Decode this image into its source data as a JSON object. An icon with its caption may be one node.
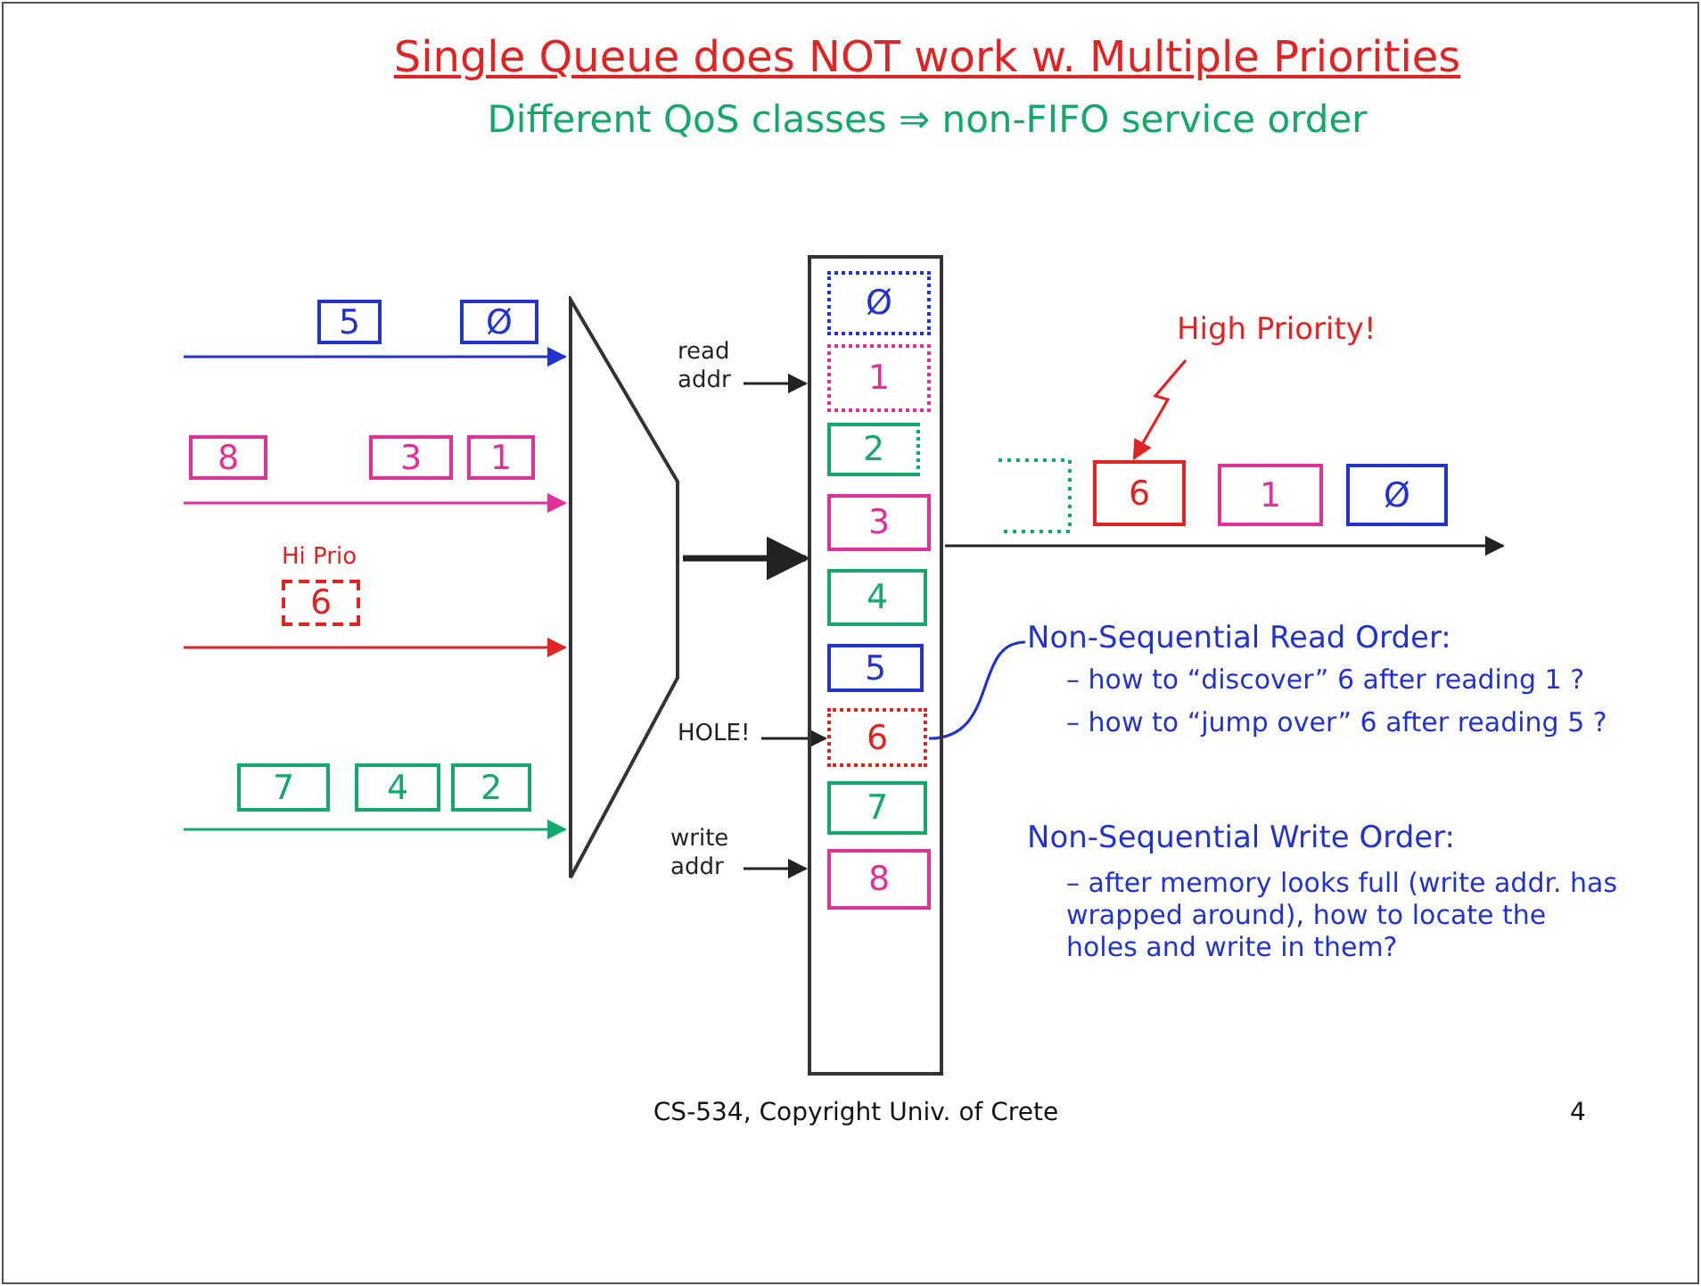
{
  "diagram": {
    "title": "Single Queue does NOT work w. Multiple Priorities",
    "nodes": [
      {
        "text": [
          "5"
        ]
      },
      {
        "text": [
          "Ø"
        ]
      },
      {
        "text": [
          "8"
        ]
      },
      {
        "text": [
          "3"
        ]
      },
      {
        "text": [
          "1"
        ]
      },
      {
        "text": [
          "6"
        ],
        "beside": [
          "Hi Prio"
        ]
      },
      {
        "text": [
          "7"
        ]
      },
      {
        "text": [
          "4"
        ]
      },
      {
        "text": [
          "2"
        ]
      },
      {
        "text": [],
        "shape": "trapezoid"
      },
      {
        "text": [
          "read addr"
        ]
      },
      {
        "text": [],
        "shape": "box"
      },
      {
        "text": [
          "Ø"
        ],
        "in": 11
      },
      {
        "text": [
          "1"
        ],
        "in": 11
      },
      {
        "text": [
          "2"
        ],
        "in": 11
      },
      {
        "text": [
          "3"
        ],
        "in": 11
      },
      {
        "text": [
          "4"
        ],
        "in": 11
      },
      {
        "text": [
          "5"
        ],
        "in": 11
      },
      {
        "text": [
          "6"
        ],
        "in": 11
      },
      {
        "text": [
          "7"
        ],
        "in": 11
      },
      {
        "text": [
          "8"
        ],
        "in": 11
      },
      {
        "text": [
          "HOLE!"
        ]
      },
      {
        "text": [
          "write addr"
        ]
      },
      {
        "text": [
          "High Priority!"
        ]
      },
      {
        "text": [
          "6"
        ]
      },
      {
        "text": [
          "1"
        ]
      },
      {
        "text": [
          "Ø"
        ]
      },
      {
        "text": [
          "Non-Sequential Read Order:",
          "– how to “discover” 6 after reading 1 ?",
          "– how to “jump over” 6 after reading 5 ?"
        ]
      }
    ],
    "edges": [
      {
        "from": null,
        "to": 9,
        "arrow": "to",
        "color": "#2233cc"
      },
      {
        "from": null,
        "to": 9,
        "arrow": "to",
        "color": "#e0309a"
      },
      {
        "from": null,
        "to": 9,
        "arrow": "to",
        "color": "#e02424"
      },
      {
        "from": null,
        "to": 9,
        "arrow": "to",
        "color": "#14a86a"
      },
      {
        "from": 9,
        "to": 11,
        "arrow": "to",
        "style": "thick"
      },
      {
        "from": 11,
        "to": null,
        "arrow": "to"
      },
      {
        "from": 10,
        "to": 11,
        "arrow": "to"
      },
      {
        "from": 21,
        "to": 18,
        "arrow": "to"
      },
      {
        "from": 22,
        "to": 11,
        "arrow": "to"
      },
      {
        "from": 23,
        "to": 24,
        "arrow": "to",
        "color": "#e02424"
      },
      {
        "from": 18,
        "to": 27,
        "arrow": "none",
        "color": "#2233cc"
      }
    ],
    "labels": [
      "Different QoS classes ⇒ non-FIFO service order",
      "Non-Sequential Write Order:",
      "– after memory looks full (write addr. has wrapped around), how to locate the holes and write in them?",
      "CS-534, Copyright Univ. of Crete",
      "4"
    ]
  }
}
